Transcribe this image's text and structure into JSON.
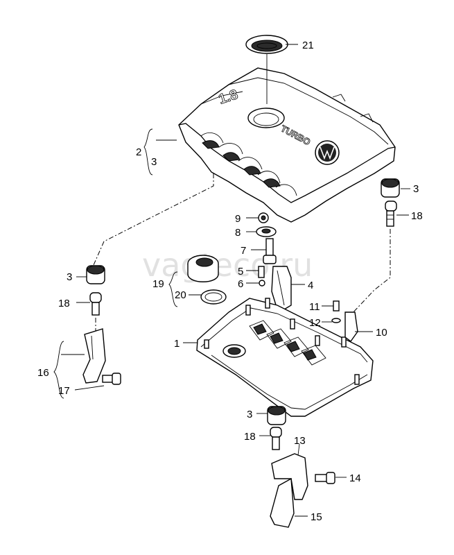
{
  "watermark": "vagteco.ru",
  "cover_embossing": {
    "model": "1.8",
    "badge": "TURBO"
  },
  "callouts": [
    {
      "id": "c21",
      "label": "21"
    },
    {
      "id": "c2",
      "label": "2"
    },
    {
      "id": "c3-cover",
      "label": "3"
    },
    {
      "id": "c3-right",
      "label": "3"
    },
    {
      "id": "c18-right",
      "label": "18"
    },
    {
      "id": "c9",
      "label": "9"
    },
    {
      "id": "c8",
      "label": "8"
    },
    {
      "id": "c7",
      "label": "7"
    },
    {
      "id": "c5",
      "label": "5"
    },
    {
      "id": "c6",
      "label": "6"
    },
    {
      "id": "c4",
      "label": "4"
    },
    {
      "id": "c19",
      "label": "19"
    },
    {
      "id": "c20",
      "label": "20"
    },
    {
      "id": "c3-left",
      "label": "3"
    },
    {
      "id": "c18-left",
      "label": "18"
    },
    {
      "id": "c11",
      "label": "11"
    },
    {
      "id": "c12",
      "label": "12"
    },
    {
      "id": "c10",
      "label": "10"
    },
    {
      "id": "c1",
      "label": "1"
    },
    {
      "id": "c16",
      "label": "16"
    },
    {
      "id": "c17",
      "label": "17"
    },
    {
      "id": "c3-bottom",
      "label": "3"
    },
    {
      "id": "c18-bottom",
      "label": "18"
    },
    {
      "id": "c13",
      "label": "13"
    },
    {
      "id": "c14",
      "label": "14"
    },
    {
      "id": "c15",
      "label": "15"
    }
  ]
}
